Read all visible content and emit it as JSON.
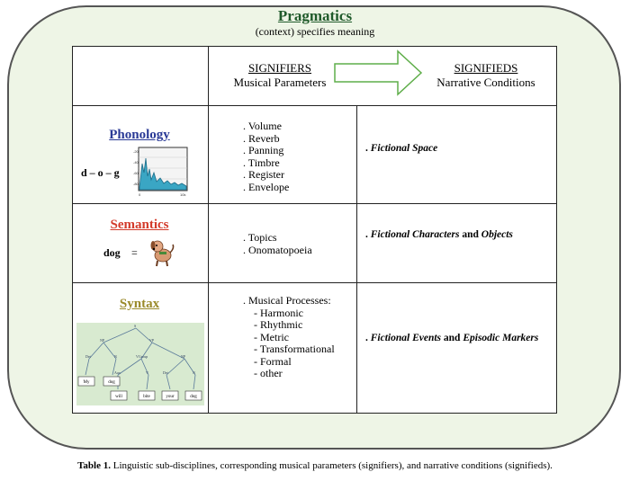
{
  "pragmatics": {
    "title": "Pragmatics",
    "subtitle": "(context) specifies meaning"
  },
  "header": {
    "signifiers_title": "SIGNIFIERS",
    "signifiers_sub": "Musical Parameters",
    "signifieds_title": "SIGNIFIEDS",
    "signifieds_sub": "Narrative Conditions"
  },
  "rows": {
    "phonology": {
      "title": "Phonology",
      "example": "d – o – g",
      "params": [
        ". Volume",
        ". Reverb",
        ". Panning",
        ". Timbre",
        ". Register",
        ". Envelope"
      ],
      "narr_prefix": ". ",
      "narr": "Fictional Space"
    },
    "semantics": {
      "title": "Semantics",
      "word": "dog",
      "equals": "=",
      "params": [
        ". Topics",
        ". Onomatopoeia"
      ],
      "narr_prefix": ". ",
      "narr_a": "Fictional Characters",
      "narr_and": " and ",
      "narr_b": "Objects"
    },
    "syntax": {
      "title": "Syntax",
      "tree_leaves": [
        "My",
        "dog",
        "will",
        "bite",
        "your",
        "dog"
      ],
      "params_head": ". Musical Processes:",
      "params": [
        "- Harmonic",
        "- Rhythmic",
        "- Metric",
        "- Transformational",
        "- Formal",
        "- other"
      ],
      "narr_prefix": ". ",
      "narr_a": "Fictional Events",
      "narr_and": " and ",
      "narr_b": "Episodic Markers"
    }
  },
  "caption": {
    "label": "Table 1.",
    "text": " Linguistic sub-disciplines, corresponding musical parameters (signifiers), and narrative conditions (signifieds)."
  },
  "colors": {
    "pragmatics": "#1f5a2a",
    "phonology": "#2a3a96",
    "semantics": "#d33a2a",
    "syntax": "#9a8a2a",
    "frame_bg": "#eef5e6",
    "arrow": "#5fae4a"
  }
}
